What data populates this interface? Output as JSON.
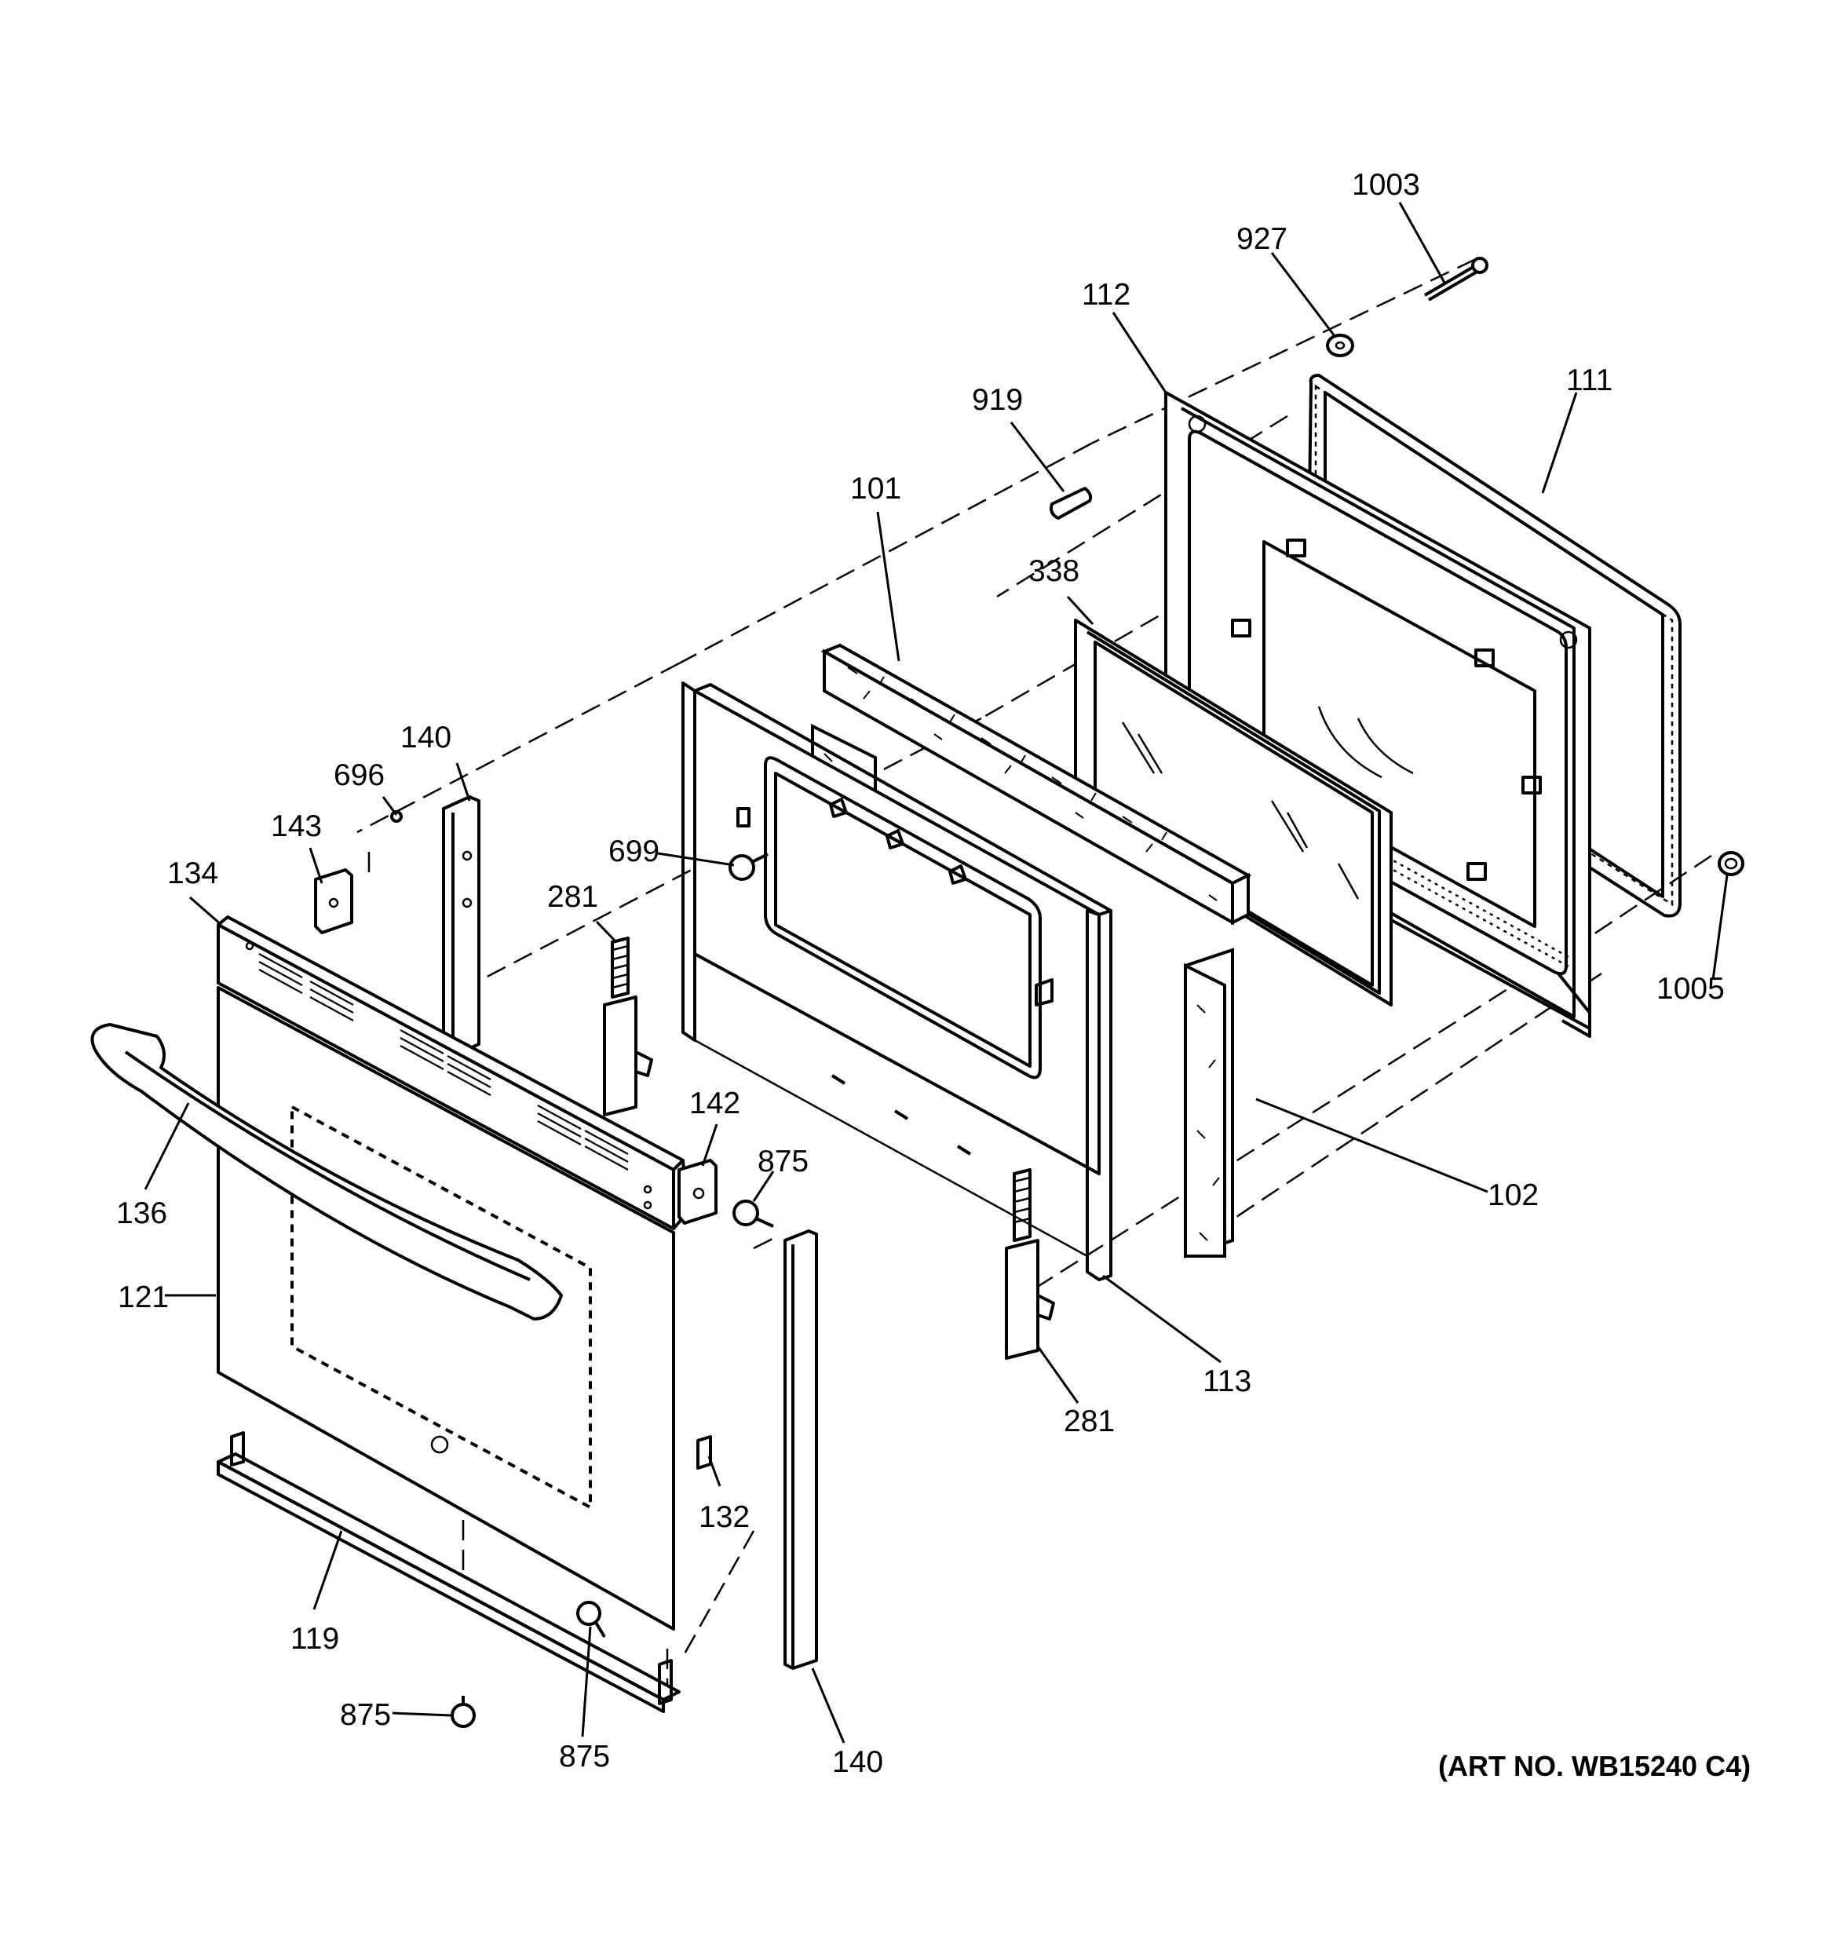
{
  "diagram": {
    "callouts": [
      {
        "id": "c-1003",
        "label": "1003"
      },
      {
        "id": "c-927",
        "label": "927"
      },
      {
        "id": "c-112",
        "label": "112"
      },
      {
        "id": "c-111",
        "label": "111"
      },
      {
        "id": "c-919",
        "label": "919"
      },
      {
        "id": "c-101",
        "label": "101"
      },
      {
        "id": "c-338",
        "label": "338"
      },
      {
        "id": "c-140-top",
        "label": "140"
      },
      {
        "id": "c-696",
        "label": "696"
      },
      {
        "id": "c-143",
        "label": "143"
      },
      {
        "id": "c-134",
        "label": "134"
      },
      {
        "id": "c-699",
        "label": "699"
      },
      {
        "id": "c-281-left",
        "label": "281"
      },
      {
        "id": "c-1005",
        "label": "1005"
      },
      {
        "id": "c-142",
        "label": "142"
      },
      {
        "id": "c-875-mid",
        "label": "875"
      },
      {
        "id": "c-136",
        "label": "136"
      },
      {
        "id": "c-102",
        "label": "102"
      },
      {
        "id": "c-121",
        "label": "121"
      },
      {
        "id": "c-113",
        "label": "113"
      },
      {
        "id": "c-281-right",
        "label": "281"
      },
      {
        "id": "c-132",
        "label": "132"
      },
      {
        "id": "c-119",
        "label": "119"
      },
      {
        "id": "c-875-left",
        "label": "875"
      },
      {
        "id": "c-875-bottom",
        "label": "875"
      },
      {
        "id": "c-140-bottom",
        "label": "140"
      }
    ],
    "art_number": "(ART NO. WB15240 C4)"
  }
}
